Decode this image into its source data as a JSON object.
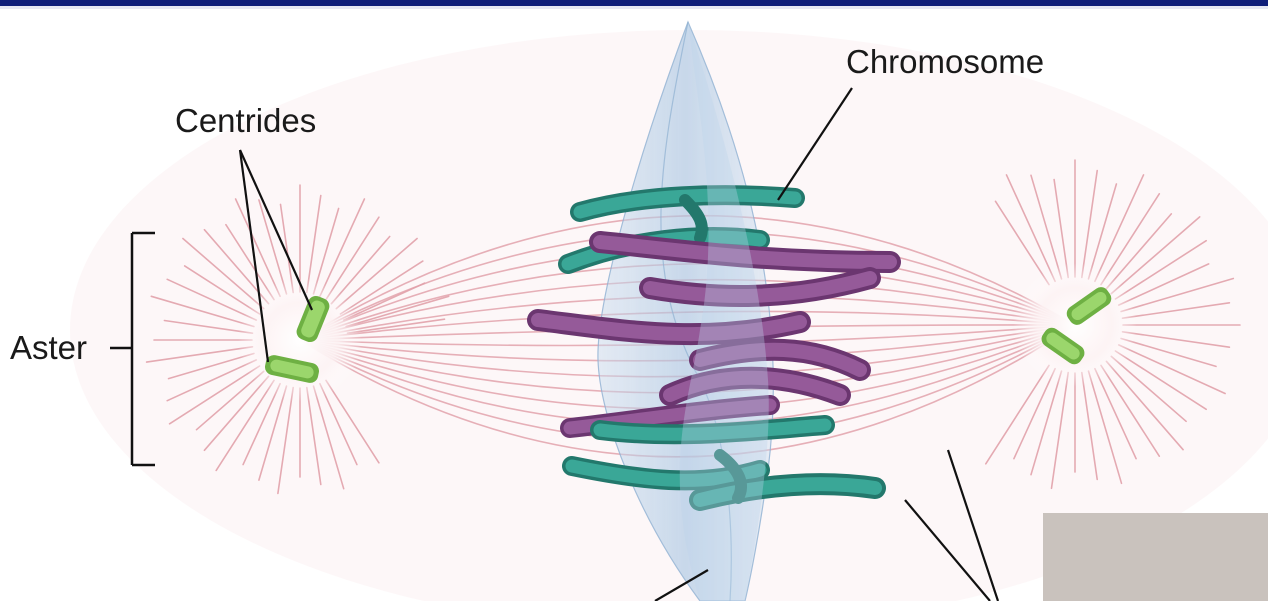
{
  "labels": {
    "chromosome": "Chromosome",
    "centrides": "Centrides",
    "aster": "Aster"
  },
  "colors": {
    "spindle_fiber": "#e2a2ab",
    "chromosome_teal": "#2e9c8c",
    "chromosome_purple": "#8a4e8e",
    "centriole_green": "#8ecc63",
    "metaphase_plate": "#aecbe4",
    "top_border": "#0f1f7a",
    "corner_block": "#c9c2bd"
  }
}
